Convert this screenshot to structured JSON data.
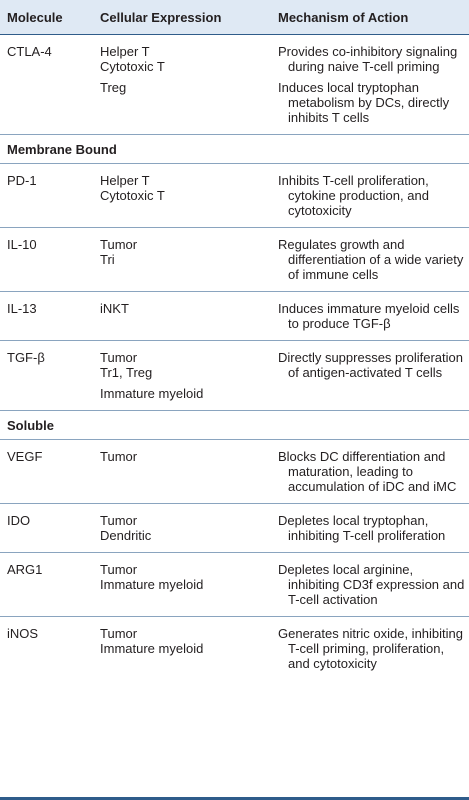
{
  "headers": {
    "molecule": "Molecule",
    "expression": "Cellular Expression",
    "mechanism": "Mechanism of Action"
  },
  "rows": {
    "ctla4": {
      "molecule": "CTLA-4",
      "expression_1": "Helper T",
      "expression_2": "Cytotoxic T",
      "mechanism": "Provides co-inhibitory signaling during naive T-cell priming"
    },
    "ctla4_treg": {
      "expression_1": "Treg",
      "mechanism": "Induces local tryptophan metabolism by DCs, directly inhibits T cells"
    },
    "pd1": {
      "molecule": "PD-1",
      "expression_1": "Helper T",
      "expression_2": "Cytotoxic T",
      "mechanism": "Inhibits T-cell proliferation, cytokine production, and cytotoxicity"
    },
    "il10": {
      "molecule": "IL-10",
      "expression_1": "Tumor",
      "expression_2": "Tri",
      "mechanism": "Regulates growth and differentiation of a wide variety of immune cells"
    },
    "il13": {
      "molecule": "IL-13",
      "expression_1": "iNKT",
      "mechanism": "Induces immature myeloid cells to produce TGF-β"
    },
    "tgfb": {
      "molecule": "TGF-β",
      "expression_1": "Tumor",
      "expression_2": "Tr1, Treg",
      "mechanism": "Directly suppresses proliferation of antigen-activated T cells"
    },
    "tgfb_myeloid": {
      "expression_1": "Immature myeloid"
    },
    "vegf": {
      "molecule": "VEGF",
      "expression_1": "Tumor",
      "mechanism": "Blocks DC differentiation and maturation, leading to accumulation of iDC and iMC"
    },
    "ido": {
      "molecule": "IDO",
      "expression_1": "Tumor",
      "expression_2": "Dendritic",
      "mechanism": "Depletes local tryptophan, inhibiting T-cell proliferation"
    },
    "arg1": {
      "molecule": "ARG1",
      "expression_1": "Tumor",
      "expression_2": "Immature myeloid",
      "mechanism": "Depletes local arginine, inhibiting CD3f expression and T-cell activation"
    },
    "inos": {
      "molecule": "iNOS",
      "expression_1": "Tumor",
      "expression_2": "Immature myeloid",
      "mechanism": "Generates nitric oxide, inhibiting T-cell priming, proliferation, and cytotoxicity"
    }
  },
  "sections": {
    "membrane": "Membrane Bound",
    "soluble": "Soluble"
  }
}
